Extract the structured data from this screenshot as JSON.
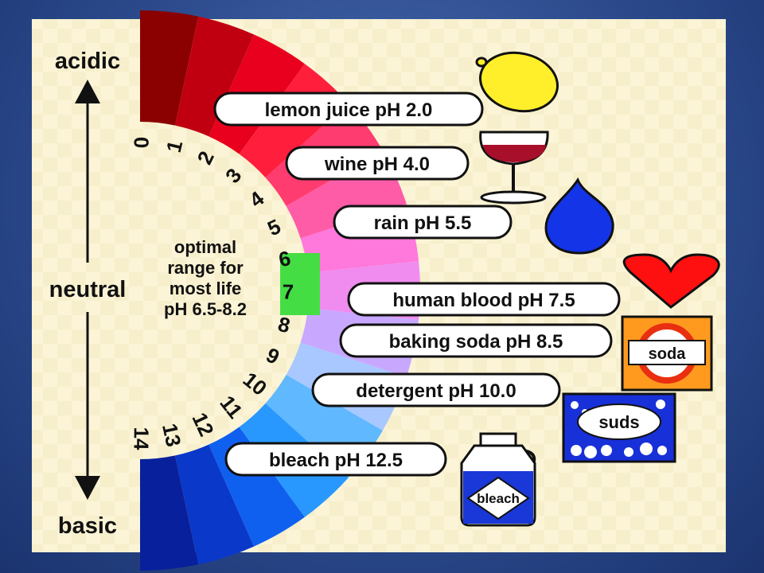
{
  "scale": {
    "top_label": "acidic",
    "middle_label": "neutral",
    "bottom_label": "basic",
    "numbers": [
      "0",
      "1",
      "2",
      "3",
      "4",
      "5",
      "6",
      "7",
      "8",
      "9",
      "10",
      "11",
      "12",
      "13",
      "14"
    ],
    "colors": [
      "#8b0000",
      "#c00010",
      "#e8001e",
      "#ff1e3c",
      "#ff3c70",
      "#ff5ca8",
      "#ff78dc",
      "#f08cf0",
      "#c8a8ff",
      "#a8c8ff",
      "#60b8ff",
      "#2898ff",
      "#1060f0",
      "#0a38c8",
      "#08209c"
    ],
    "optimal_range": {
      "lines": [
        "optimal",
        "range for",
        "most life",
        "pH 6.5-8.2"
      ],
      "highlight_color": "#44dd44"
    }
  },
  "items": [
    {
      "label": "lemon juice pH 2.0",
      "icon": "lemon-icon"
    },
    {
      "label": "wine pH 4.0",
      "icon": "wine-glass-icon"
    },
    {
      "label": "rain pH 5.5",
      "icon": "raindrop-icon"
    },
    {
      "label": "human blood pH 7.5",
      "icon": "heart-icon"
    },
    {
      "label": "baking soda pH 8.5",
      "icon": "soda-box-icon",
      "icon_text": "soda"
    },
    {
      "label": "detergent pH 10.0",
      "icon": "detergent-suds-icon",
      "icon_text": "suds"
    },
    {
      "label": "bleach pH 12.5",
      "icon": "bleach-jug-icon",
      "icon_text": "bleach"
    }
  ],
  "colors": {
    "panel": "#fbf4d6",
    "lemon": "#ffef2a",
    "wine": "#a80f2a",
    "raindrop": "#1434e8",
    "heart": "#ff1010",
    "soda_box": "#ff9a1e",
    "suds_box": "#1830d8",
    "bleach_jug": "#1a38d8"
  }
}
